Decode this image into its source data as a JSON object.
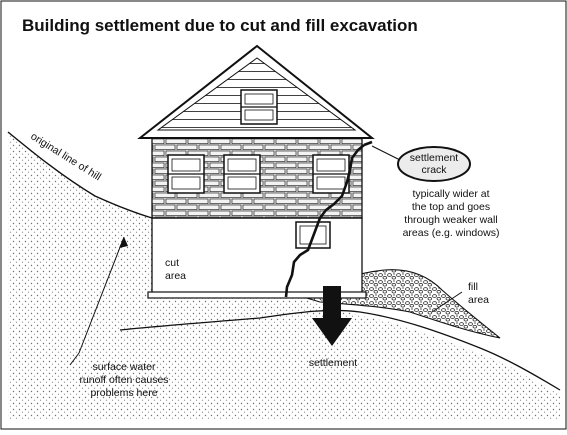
{
  "title": "Building settlement due to cut and fill excavation",
  "labels": {
    "original_line": "original line of hill",
    "settlement_crack": [
      "settlement",
      "crack"
    ],
    "crack_note": [
      "typically wider at",
      "the top and goes",
      "through weaker wall",
      "areas (e.g. windows)"
    ],
    "cut_area": [
      "cut",
      "area"
    ],
    "fill_area": [
      "fill",
      "area"
    ],
    "settlement": "settlement",
    "runoff_note": [
      "surface water",
      "runoff often causes",
      "problems here"
    ]
  },
  "colors": {
    "ink": "#111111",
    "brick_fill": "#e6e6e6",
    "soil_dots": "#7a7a7a",
    "background": "#ffffff"
  }
}
